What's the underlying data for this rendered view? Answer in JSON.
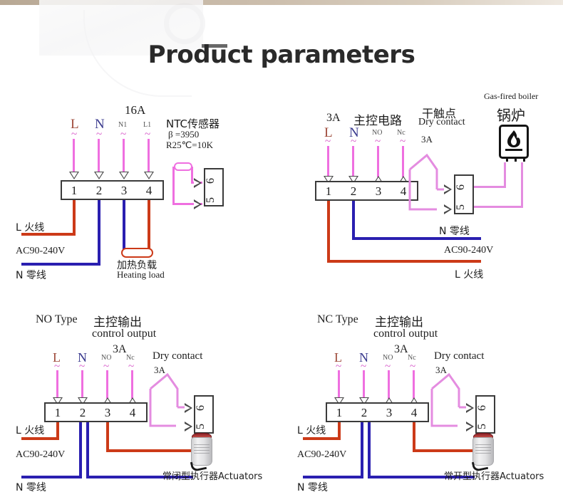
{
  "page": {
    "title": "Product parameters",
    "background": "#ffffff",
    "accent_strip": "#c3b5a3"
  },
  "colors": {
    "live_wire": "#cc3a18",
    "neutral_wire": "#2a1fb0",
    "signal_wire": "#ef6fe0",
    "dry_contact_wire": "#e48ce0",
    "outline": "#3b3b3b",
    "text": "#1d1d1d"
  },
  "common": {
    "terminal_numbers": [
      "1",
      "2",
      "3",
      "4"
    ],
    "connector_numbers": [
      "6",
      "5"
    ],
    "tilde": "~",
    "live_label": "L 火线",
    "neutral_label": "N 零线",
    "voltage_label": "AC90-240V",
    "neutral_label_right": "N 零线",
    "live_label_right": "L 火线"
  },
  "diagrams": [
    {
      "id": "heating-16a",
      "rating": "16A",
      "terminals": [
        "L",
        "N",
        "N1",
        "L1"
      ],
      "sensor": {
        "title": "NTC传感器",
        "beta": "β =3950",
        "resistance": "R25℃=10K"
      },
      "load": {
        "cn": "加热负载",
        "en": "Heating load"
      }
    },
    {
      "id": "boiler-3a",
      "rating": "3A",
      "terminals": [
        "L",
        "N",
        "NO",
        "Nc"
      ],
      "circuit_label": "主控电路",
      "dry_contact": {
        "cn": "干触点",
        "en": "Dry contact",
        "rating": "3A"
      },
      "boiler": {
        "en": "Gas-fired boiler",
        "cn": "锅炉"
      }
    },
    {
      "id": "no-type-actuator",
      "type_label": "NO Type",
      "output_cn": "主控输出",
      "output_en": "control output",
      "rating": "3A",
      "terminals": [
        "L",
        "N",
        "NO",
        "Nc"
      ],
      "dry_contact": {
        "en": "Dry contact",
        "rating": "3A"
      },
      "actuator_label": "常闭型执行器Actuators"
    },
    {
      "id": "nc-type-actuator",
      "type_label": "NC Type",
      "output_cn": "主控输出",
      "output_en": "control output",
      "rating": "3A",
      "terminals": [
        "L",
        "N",
        "NO",
        "Nc"
      ],
      "dry_contact": {
        "en": "Dry contact",
        "rating": "3A"
      },
      "actuator_label": "常开型执行器Actuators"
    }
  ]
}
